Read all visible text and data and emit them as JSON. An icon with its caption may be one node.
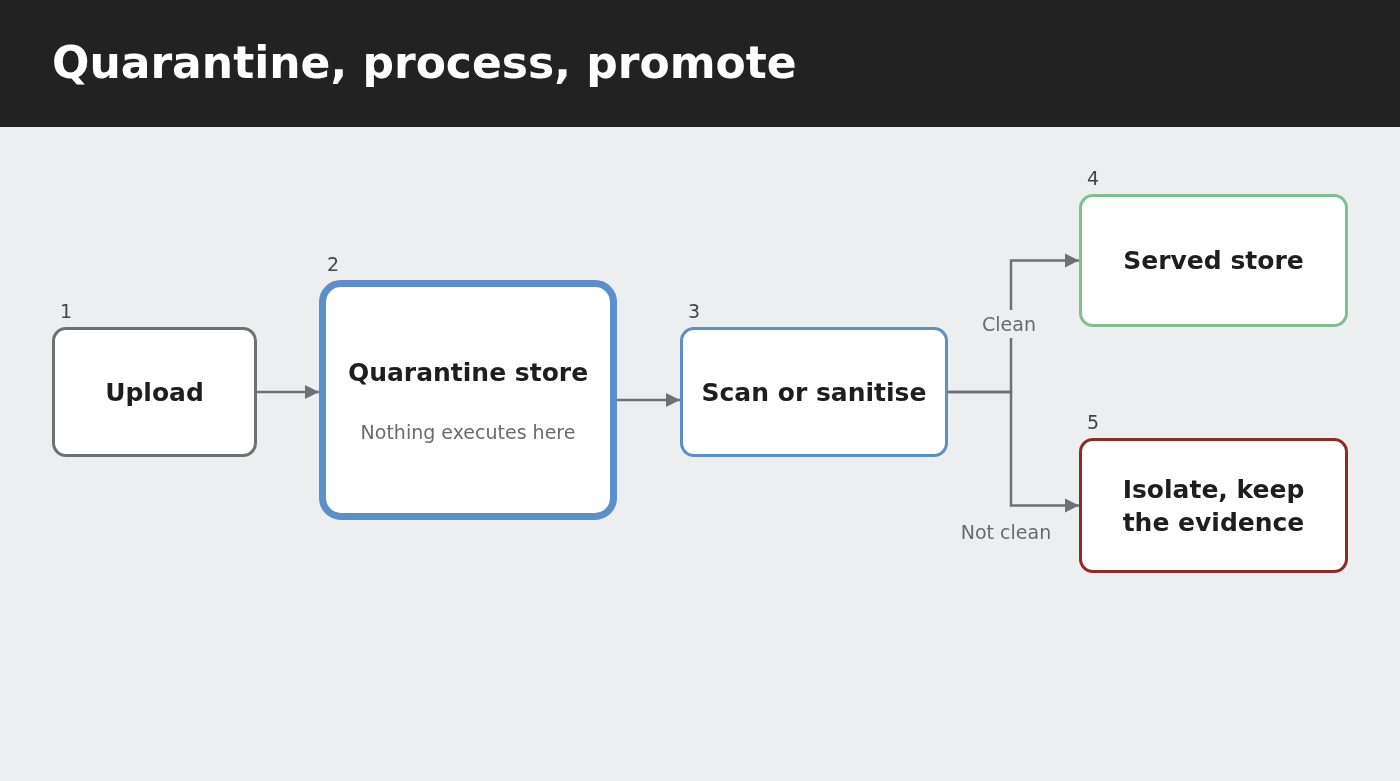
{
  "diagram": {
    "title": "Quarantine, process, promote",
    "nodes": [
      {
        "text": [
          "Upload"
        ],
        "beside": [
          "1"
        ]
      },
      {
        "text": [
          "Quarantine store",
          "Nothing executes here"
        ],
        "beside": [
          "2"
        ]
      },
      {
        "text": [
          "Scan or sanitise"
        ],
        "beside": [
          "3"
        ]
      },
      {
        "text": [
          "Served store"
        ],
        "beside": [
          "4"
        ]
      },
      {
        "text": [
          "Isolate, keep the evidence"
        ],
        "beside": [
          "5"
        ]
      }
    ],
    "edges": [
      {
        "from": 0,
        "to": 1,
        "arrow": "to"
      },
      {
        "from": 1,
        "to": 2,
        "arrow": "to"
      },
      {
        "from": 2,
        "to": 3,
        "arrow": "to",
        "label": "Clean"
      },
      {
        "from": 2,
        "to": 4,
        "arrow": "to",
        "label": "Not clean"
      }
    ]
  }
}
